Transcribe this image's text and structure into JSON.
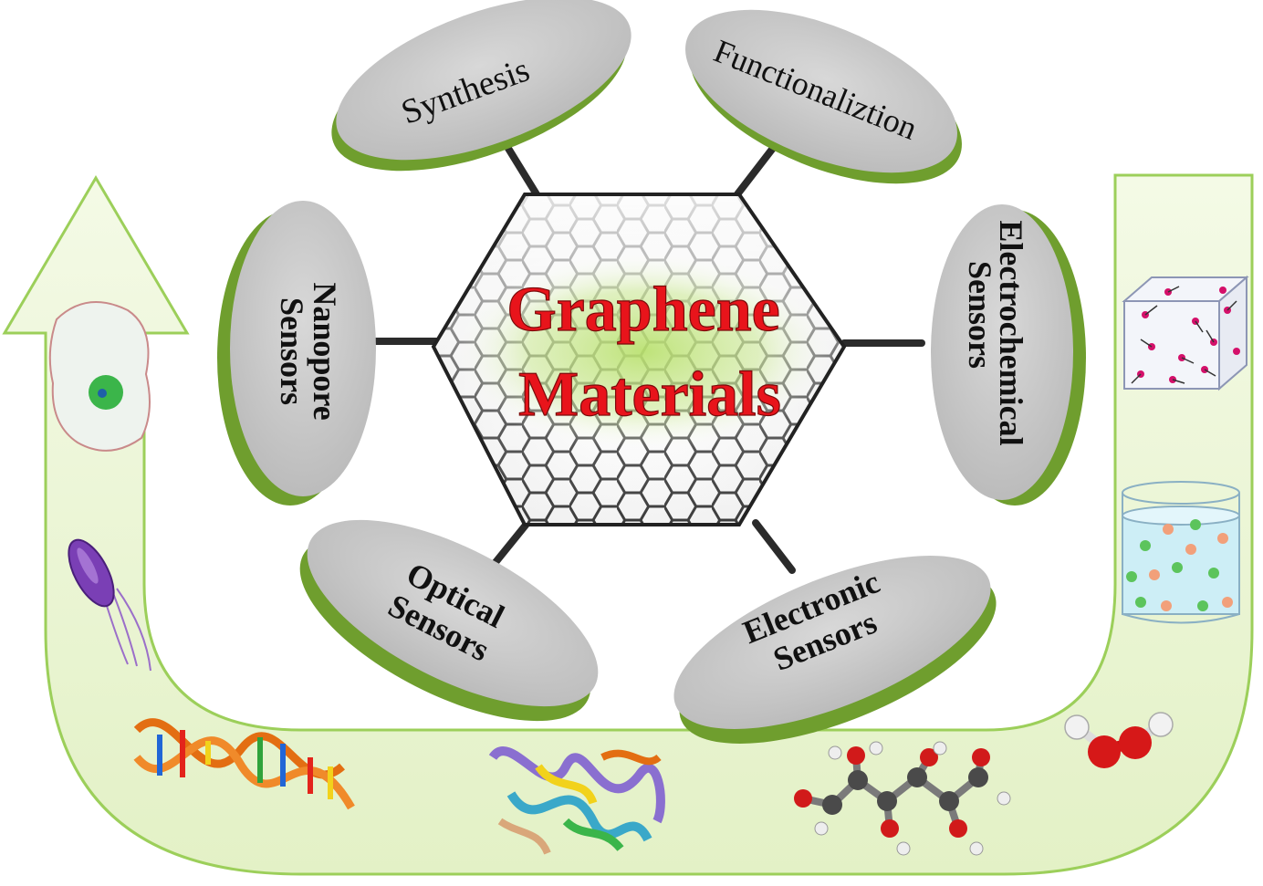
{
  "center": {
    "title_line1": "Graphene",
    "title_line2": "Materials"
  },
  "topics": {
    "synthesis": "Synthesis",
    "functionalization": "Functionaliztion",
    "electrochemical_line1": "Electrochemical",
    "electrochemical_line2": "Sensors",
    "electronic_line1": "Electronic",
    "electronic_line2": "Sensors",
    "optical_line1": "Optical",
    "optical_line2": "Sensors",
    "nanopore_line1": "Nanopore",
    "nanopore_line2": "Sensors"
  },
  "colors": {
    "title_red": "#e8141b",
    "disc_top": "#c9c9c9",
    "disc_edge": "#6f9e2e",
    "arrow_fill": "#eef7d9",
    "arrow_stroke": "#9ccf5a"
  },
  "icons": [
    "cell-icon",
    "bacterium-icon",
    "dna-helix-icon",
    "protein-icon",
    "glucose-molecule-icon",
    "hydrogen-peroxide-molecule-icon",
    "gas-box-icon",
    "liquid-beaker-icon"
  ]
}
